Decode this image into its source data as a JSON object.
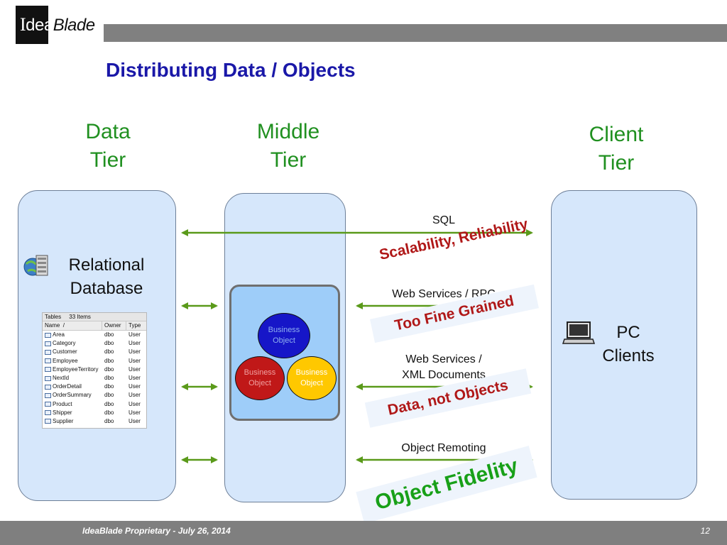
{
  "header": {
    "logo_i": "I",
    "logo_dea": "dea",
    "logo_blade": "Blade",
    "title": "Distributing Data / Objects"
  },
  "tiers": {
    "data": [
      "Data",
      "Tier"
    ],
    "middle": [
      "Middle",
      "Tier"
    ],
    "client": [
      "Client",
      "Tier"
    ]
  },
  "data_tier": {
    "db_label": [
      "Relational",
      "Database"
    ],
    "tables": {
      "header_caption": "Tables",
      "header_count": "33 Items",
      "columns": [
        "Name",
        "Owner",
        "Type"
      ],
      "rows": [
        {
          "name": "Area",
          "owner": "dbo",
          "type": "User"
        },
        {
          "name": "Category",
          "owner": "dbo",
          "type": "User"
        },
        {
          "name": "Customer",
          "owner": "dbo",
          "type": "User"
        },
        {
          "name": "Employee",
          "owner": "dbo",
          "type": "User"
        },
        {
          "name": "EmployeeTerritory",
          "owner": "dbo",
          "type": "User"
        },
        {
          "name": "NextId",
          "owner": "dbo",
          "type": "User"
        },
        {
          "name": "OrderDetail",
          "owner": "dbo",
          "type": "User"
        },
        {
          "name": "OrderSummary",
          "owner": "dbo",
          "type": "User"
        },
        {
          "name": "Product",
          "owner": "dbo",
          "type": "User"
        },
        {
          "name": "Shipper",
          "owner": "dbo",
          "type": "User"
        },
        {
          "name": "Supplier",
          "owner": "dbo",
          "type": "User"
        }
      ]
    }
  },
  "middle_tier": {
    "business_objects": [
      {
        "line1": "Business",
        "line2": "Object",
        "color": "#1616c8",
        "text_color": "#8fb0f0"
      },
      {
        "line1": "Business",
        "line2": "Object",
        "color": "#c01818",
        "text_color": "#f0a0a0"
      },
      {
        "line1": "Business",
        "line2": "Object",
        "color": "#ffc800",
        "text_color": "#ffffff"
      }
    ]
  },
  "client_tier": {
    "pc_label": [
      "PC",
      "Clients"
    ]
  },
  "connections": [
    {
      "label": "SQL",
      "stamp": "Scalability, Reliability"
    },
    {
      "label": "Web Services / RPC",
      "stamp": "Too Fine Grained"
    },
    {
      "label": "Web Services /",
      "label2": "XML Documents",
      "stamp": "Data, not Objects"
    },
    {
      "label": "Object Remoting",
      "stamp": "Object Fidelity"
    }
  ],
  "colors": {
    "title": "#1a18a8",
    "tier_title": "#209020",
    "arrow": "#5a9a1a",
    "stamp_red": "#b01818",
    "stamp_green": "#18a018"
  },
  "footer": {
    "text": "IdeaBlade Proprietary - July 26, 2014",
    "page": "12"
  }
}
